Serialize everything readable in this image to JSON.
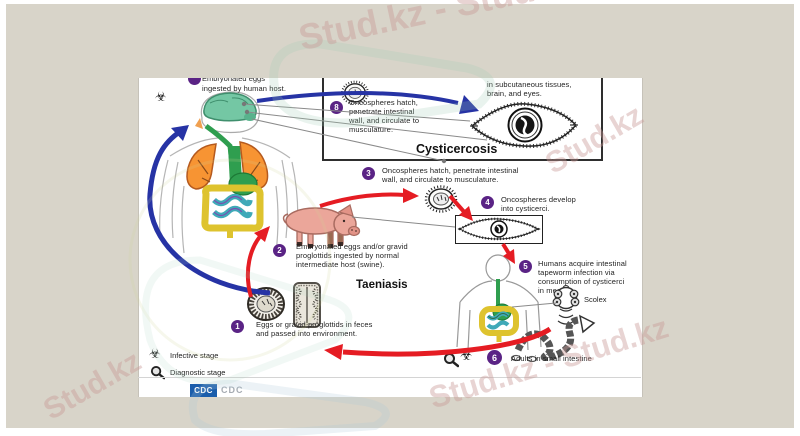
{
  "watermark": {
    "top": "Stud.kz - Stud",
    "middle": "Stud.kz",
    "bottom": "Stud.kz - Stud.kz",
    "left": "Stud.kz"
  },
  "diagram": {
    "title_cysticercosis": "Cysticercosis",
    "title_taeniasis": "Taeniasis",
    "step7_partial": "Embryonated eggs",
    "step7_line": "ingested by human host.",
    "box_note": "in subcutaneous tissues,\nbrain, and eyes.",
    "scolex_label": "Scolex",
    "steps": [
      {
        "num": "1",
        "text": "Eggs or gravid proglottids in feces\nand passed into environment."
      },
      {
        "num": "2",
        "text": "Embryonated eggs and/or gravid\nproglottids ingested by normal\nintermediate host (swine)."
      },
      {
        "num": "3",
        "text": "Oncospheres hatch, penetrate intestinal\nwall, and circulate to musculature."
      },
      {
        "num": "4",
        "text": "Oncospheres develop\ninto cysticerci."
      },
      {
        "num": "5",
        "text": "Humans acquire intestinal\ntapeworm infection via\nconsumption of cysticerci\nin meat."
      },
      {
        "num": "6",
        "text": "Adults in small intestine"
      },
      {
        "num": "8",
        "text": "Oncospheres hatch,\npenetrate intestinal\nwall, and circulate to\nmusculature."
      }
    ],
    "legend": [
      {
        "icon": "biohazard-icon",
        "label": "Infective stage"
      },
      {
        "icon": "magnifier-icon",
        "label": "Diagnostic stage"
      }
    ],
    "footer": {
      "logo": "CDC"
    }
  },
  "colors": {
    "background": "#d8d4c9",
    "badge_purple": "#5a2385",
    "arrow_red": "#e51c23",
    "arrow_blue": "#2633a5",
    "lung_orange": "#f79433",
    "gi_yellow": "#dec32e",
    "organ_green": "#2f9e4f",
    "brain_teal": "#74c7a4",
    "pig_pink": "#eba69a",
    "watermark_pink": "#c99896",
    "cdc_blue": "#1a5dab"
  }
}
